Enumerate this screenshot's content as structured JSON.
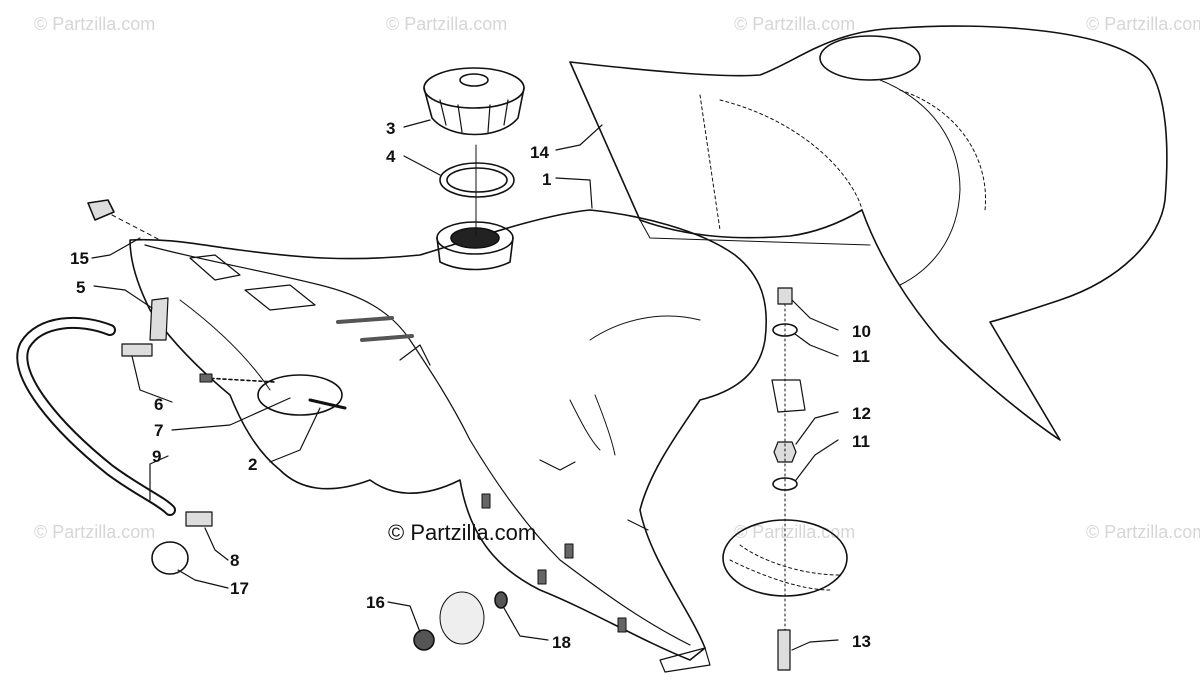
{
  "watermark": "© Partzilla.com",
  "center_watermark": "© Partzilla.com",
  "callouts": {
    "c1": "1",
    "c2": "2",
    "c3": "3",
    "c4": "4",
    "c5": "5",
    "c6": "6",
    "c7": "7",
    "c8": "8",
    "c9": "9",
    "c10": "10",
    "c11a": "11",
    "c11b": "11",
    "c12": "12",
    "c13": "13",
    "c14": "14",
    "c15": "15",
    "c16": "16",
    "c17": "17",
    "c18": "18"
  }
}
